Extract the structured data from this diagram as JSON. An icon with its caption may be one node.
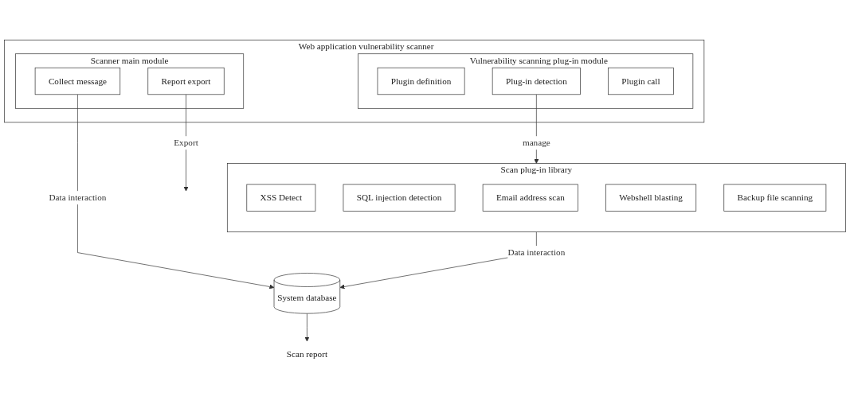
{
  "diagram": {
    "nodes": [
      {
        "text": [
          "Web application vulnerability scanner"
        ]
      },
      {
        "text": [
          "Scanner main module"
        ],
        "in": 0
      },
      {
        "text": [
          "Report export"
        ],
        "in": 1
      },
      {
        "text": [
          "Collect message"
        ],
        "in": 1
      },
      {
        "text": [
          "Vulnerability scanning plug-in module"
        ],
        "in": 0
      },
      {
        "text": [
          "Plugin definition"
        ],
        "in": 4
      },
      {
        "text": [
          "Plug-in detection"
        ],
        "in": 4
      },
      {
        "text": [
          "Plugin call"
        ],
        "in": 4
      },
      {
        "text": [
          "Scan plug-in library"
        ]
      },
      {
        "text": [
          "XSS Detect"
        ],
        "in": 8
      },
      {
        "text": [
          "SQL injection detection"
        ],
        "in": 8
      },
      {
        "text": [
          "Email address scan"
        ],
        "in": 8
      },
      {
        "text": [
          "Webshell blasting"
        ],
        "in": 8
      },
      {
        "text": [
          "Backup file scanning"
        ],
        "in": 8
      },
      {
        "text": [
          "System database"
        ]
      },
      {
        "text": [
          "Scan report"
        ]
      }
    ],
    "edges": [
      {
        "from": 2,
        "to": null,
        "arrow": "to",
        "label": "Export"
      },
      {
        "from": 6,
        "to": 8,
        "arrow": "to",
        "label": "manage"
      },
      {
        "from": 3,
        "to": 14,
        "arrow": "to",
        "label": "Data interaction"
      },
      {
        "from": 8,
        "to": 14,
        "arrow": "to",
        "label": "Data interaction"
      },
      {
        "from": 14,
        "to": 15,
        "arrow": "to"
      }
    ]
  }
}
